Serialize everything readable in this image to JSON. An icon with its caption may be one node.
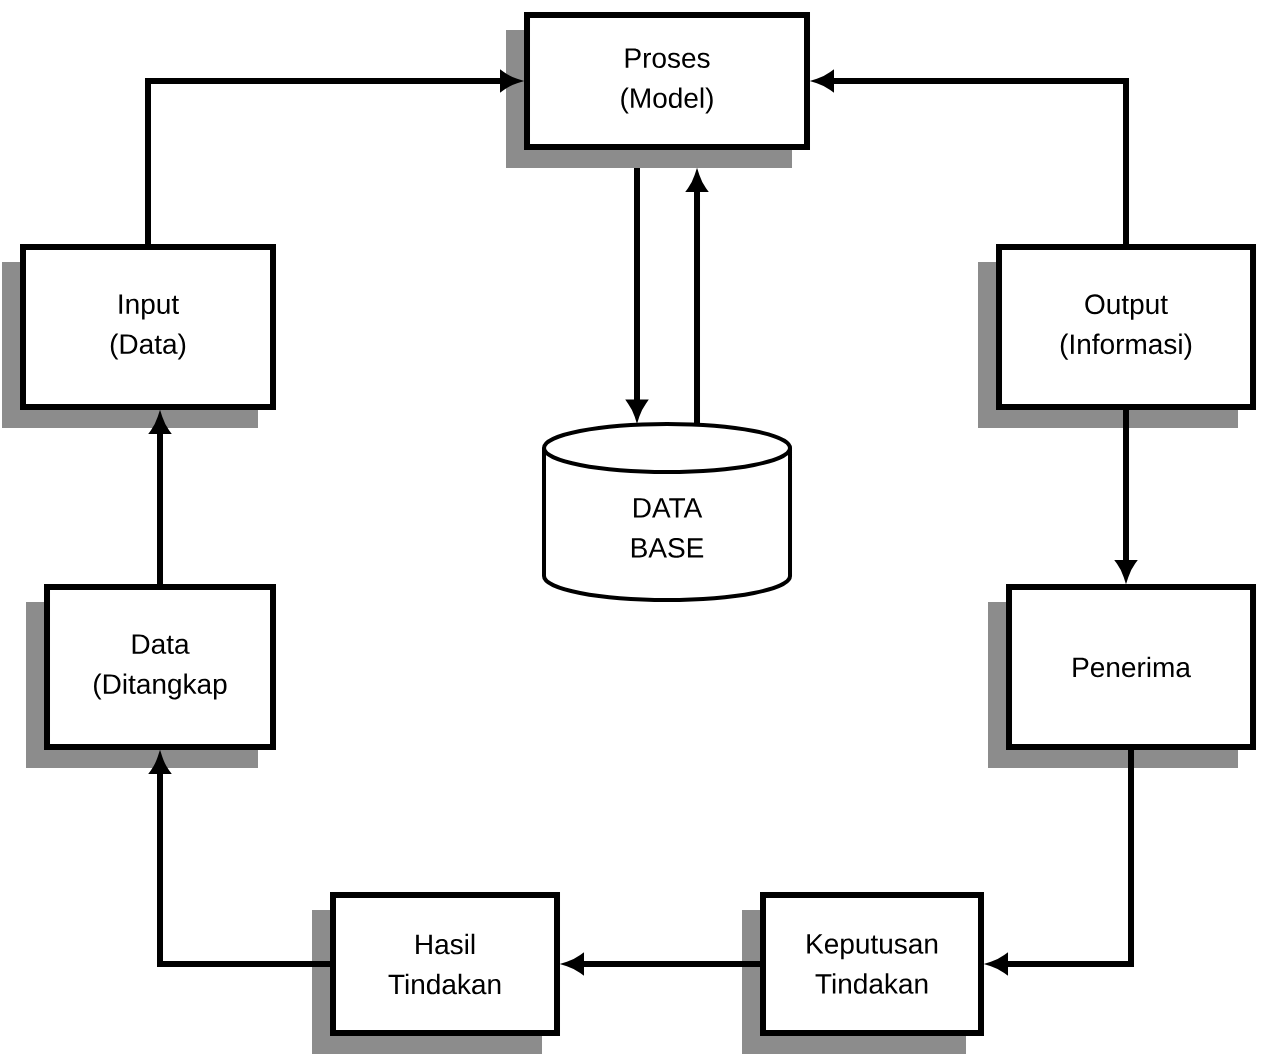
{
  "diagram": {
    "nodes": [
      {
        "text": [
          "Proses (Model)"
        ]
      },
      {
        "text": [
          "Input (Data)"
        ]
      },
      {
        "text": [
          "DATA BASE"
        ]
      },
      {
        "text": [
          "Output (Informasi)"
        ]
      },
      {
        "text": [
          "Data (Ditangkap"
        ]
      },
      {
        "text": [
          "Penerima"
        ]
      },
      {
        "text": [
          "Hasil Tindakan"
        ]
      },
      {
        "text": [
          "Keputusan Tindakan"
        ]
      }
    ],
    "edges": [
      {
        "from": 1,
        "to": 0,
        "arrow": "to"
      },
      {
        "from": 3,
        "to": 0,
        "arrow": "to"
      },
      {
        "from": 0,
        "to": 2,
        "arrow": "to"
      },
      {
        "from": 2,
        "to": 0,
        "arrow": "to"
      },
      {
        "from": 3,
        "to": 5,
        "arrow": "to"
      },
      {
        "from": 5,
        "to": 7,
        "arrow": "to"
      },
      {
        "from": 7,
        "to": 6,
        "arrow": "to"
      },
      {
        "from": 6,
        "to": 4,
        "arrow": "to"
      },
      {
        "from": 4,
        "to": 1,
        "arrow": "to"
      }
    ]
  }
}
